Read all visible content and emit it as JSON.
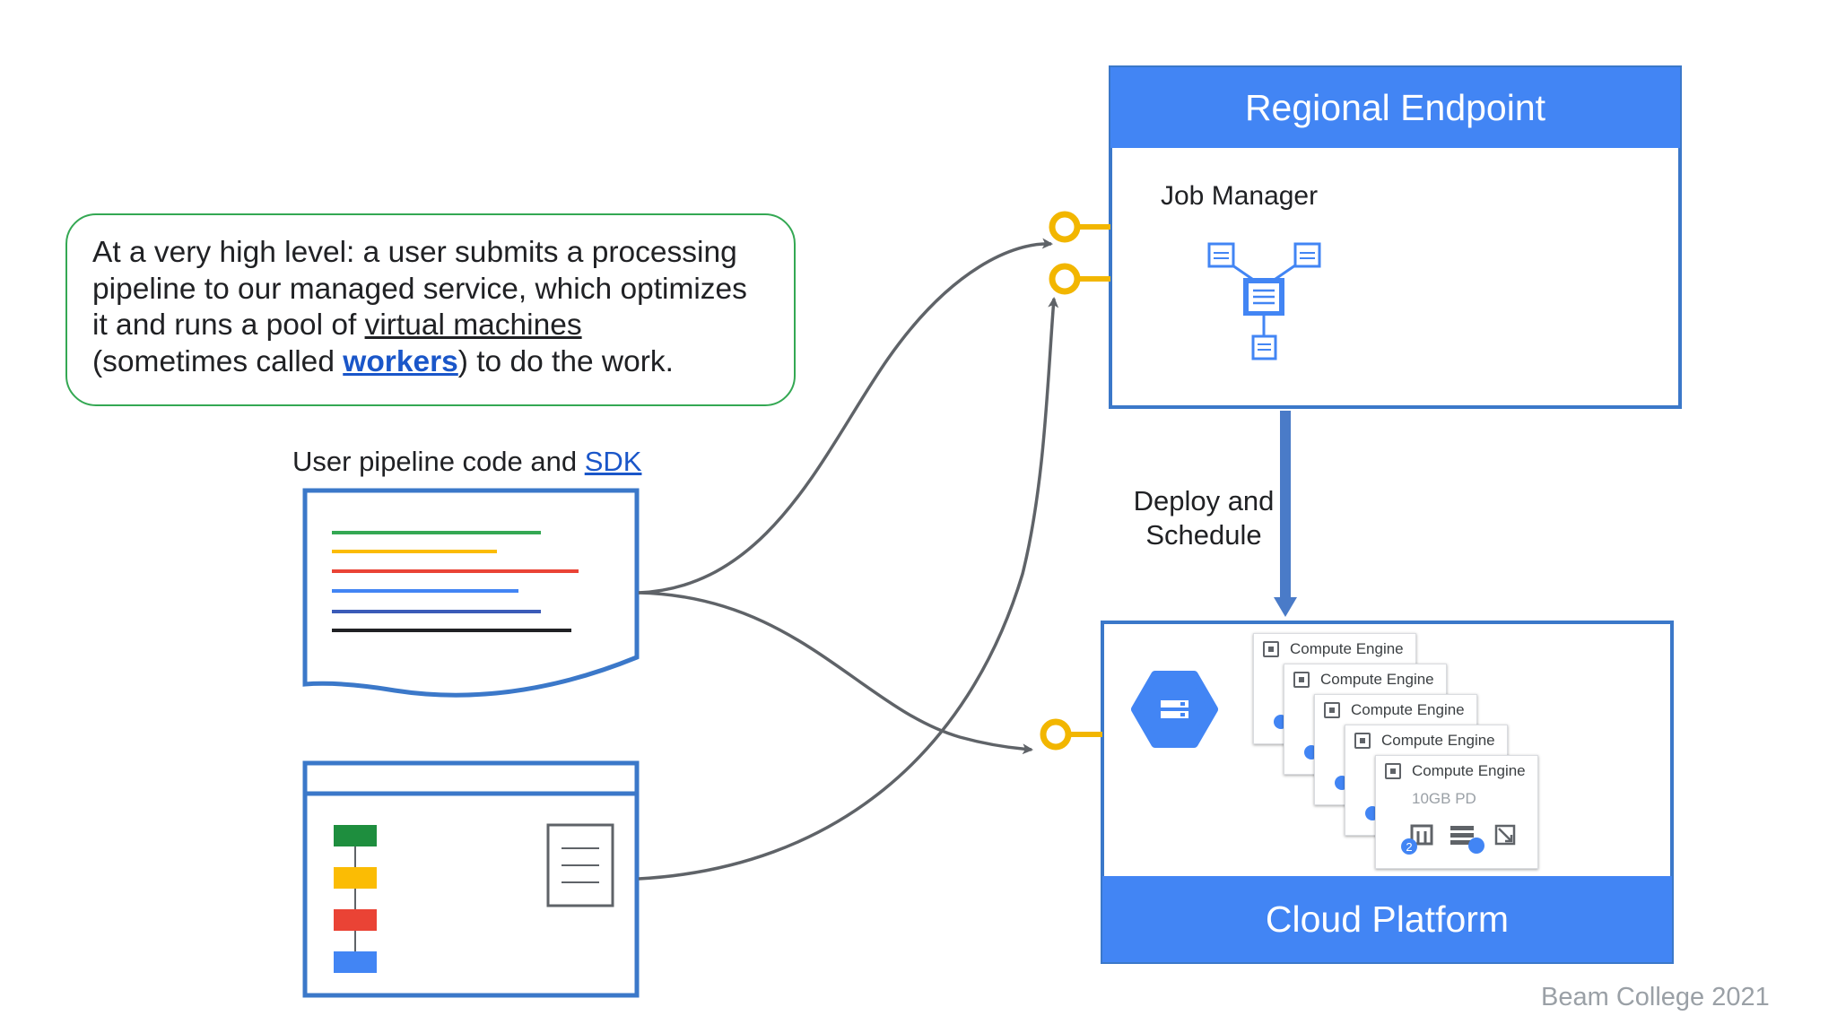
{
  "callout": {
    "line1": "At a very high level: a user submits a processing",
    "line2": "pipeline to our managed service, which optimizes",
    "line3_pre": "it and runs a pool of ",
    "line3_link": "virtual machines",
    "line4_pre": "(sometimes called ",
    "line4_link": "workers",
    "line4_post": ") to do the work."
  },
  "code_caption": {
    "text": "User pipeline code and ",
    "link": "SDK"
  },
  "regional_endpoint": {
    "title": "Regional Endpoint",
    "job_manager": "Job Manager"
  },
  "deploy": {
    "line1": "Deploy and",
    "line2": "Schedule"
  },
  "cloud_platform": {
    "title": "Cloud Platform"
  },
  "compute_engine": {
    "cards": [
      "Compute Engine",
      "Compute Engine",
      "Compute Engine",
      "Compute Engine",
      "Compute Engine"
    ],
    "disk_label": "10GB PD",
    "badge": "2"
  },
  "colors": {
    "blue": "#4285f4",
    "green": "#34a853",
    "yellow": "#fbbc04",
    "red": "#ea4335",
    "connector": "#f2b600",
    "arrow": "#5f6368",
    "border": "#3b78c9"
  },
  "icons": [
    "job-manager-network-icon",
    "cloud-storage-hexagon-icon",
    "compute-engine-chip-icon",
    "memory-icon",
    "server-rack-icon",
    "expand-icon"
  ],
  "footer": {
    "watermark": "Beam College 2021"
  }
}
